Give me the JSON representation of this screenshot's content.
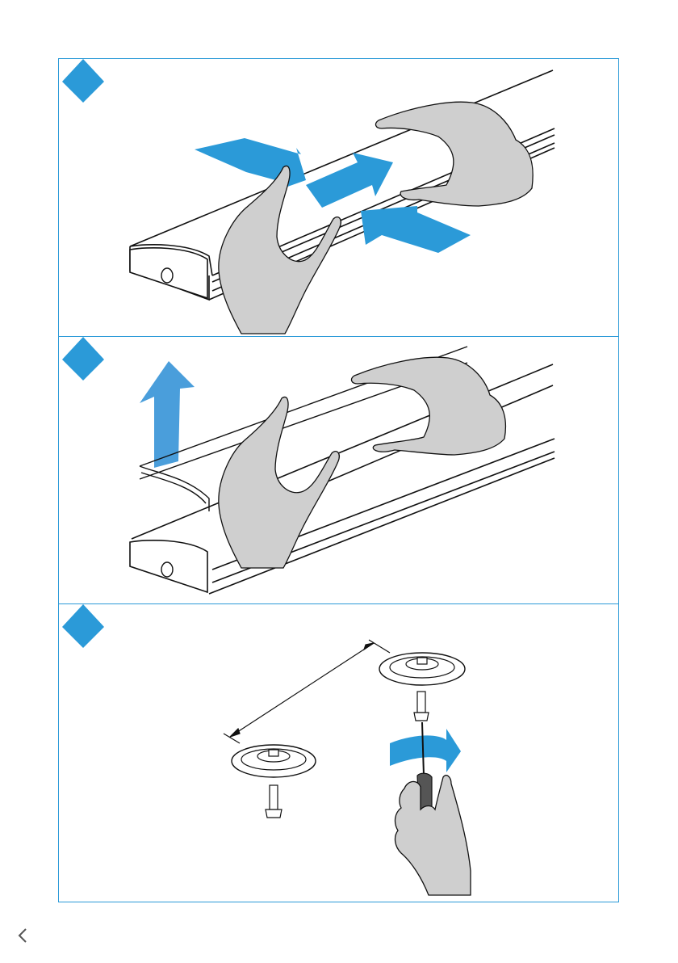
{
  "document": {
    "type": "installation-instructions",
    "steps": [
      {
        "icon": "step-diamond-icon",
        "illustration": "press-diffuser-onto-profile"
      },
      {
        "icon": "step-diamond-icon",
        "illustration": "lift-off-diffuser"
      },
      {
        "icon": "step-diamond-icon",
        "illustration": "screw-mounting-clips"
      }
    ]
  },
  "navigation": {
    "back_icon": "chevron-left-icon"
  },
  "colors": {
    "accent": "#2b9ad8",
    "hand_fill": "#cfcfcf",
    "line": "#111111"
  }
}
